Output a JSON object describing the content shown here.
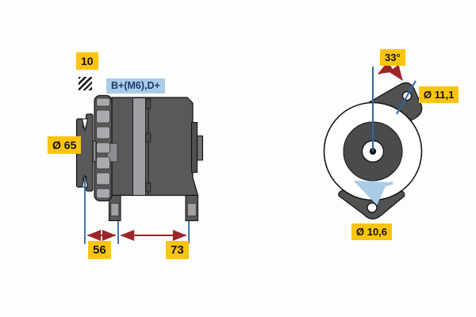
{
  "drawing_title": "alternator-technical-drawing",
  "side_view": {
    "labels": {
      "shaft_key": "10",
      "terminals": "B+(M6),D+",
      "pulley_diameter": "Ø 65",
      "dim_front": "56",
      "dim_rear": "73"
    },
    "icons": [
      {
        "name": "hatch-icon",
        "meaning": "hatched-square-symbol"
      }
    ]
  },
  "front_view": {
    "labels": {
      "mounting_angle": "33°",
      "hole_top_diameter": "Ø 11,1",
      "hole_bottom_diameter": "Ø 10,6"
    },
    "rotation_direction": "counter-clockwise"
  },
  "colors": {
    "label_yellow": "#FBC40F",
    "label_blue_bg": "#A9CBE8",
    "label_blue_text": "#1A3A6E",
    "dimension_line_blue": "#2F66A3",
    "dimension_arrow_red": "#9C2528",
    "rotation_arrow_blue": "#A9CBE8",
    "housing_gray": "#58595B",
    "stator_light_gray": "#9EA0A3",
    "outline_black": "#141414",
    "background": "#FDFDFE"
  }
}
